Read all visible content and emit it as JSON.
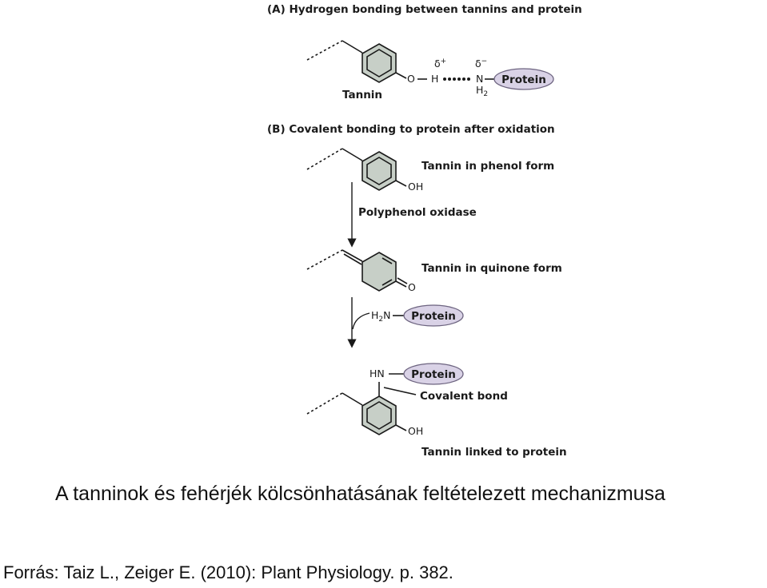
{
  "section_a": {
    "title": "(A) Hydrogen bonding between tannins and protein",
    "tannin_label": "Tannin",
    "atom_o": "O",
    "atom_h": "H",
    "atom_n": "N",
    "atom_h2": "H",
    "sub_2": "2",
    "delta_plus": "δ",
    "delta_plus_sup": "+",
    "delta_minus": "δ",
    "delta_minus_sup": "−",
    "protein": "Protein"
  },
  "section_b": {
    "title": "(B) Covalent bonding to protein after oxidation",
    "phenol_label": "Tannin in phenol form",
    "oh_1": "OH",
    "enzyme": "Polyphenol oxidase",
    "quinone_label": "Tannin in quinone form",
    "atom_o": "O",
    "h2n_h": "H",
    "h2n_sub": "2",
    "h2n_n": "N",
    "protein_1": "Protein",
    "hn": "HN",
    "protein_2": "Protein",
    "covalent_bond": "Covalent bond",
    "oh_2": "OH",
    "linked_label": "Tannin linked to protein"
  },
  "caption": "A tanninok és fehérjék kölcsönhatásának feltételezett mechanizmusa",
  "source": "Forrás: Taiz L., Zeiger E. (2010): Plant Physiology. p. 382.",
  "colors": {
    "protein_fill": "#d9d2e6",
    "ring_fill": "#c7cfc7"
  }
}
